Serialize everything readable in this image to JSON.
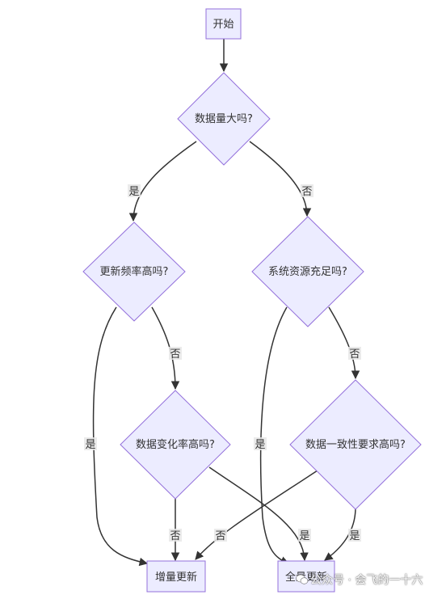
{
  "nodes": {
    "start": "开始",
    "data_large": "数据量大吗?",
    "update_freq": "更新频率高吗?",
    "resources": "系统资源充足吗?",
    "change_rate": "数据变化率高吗?",
    "consistency": "数据一致性要求高吗?",
    "incremental": "增量更新",
    "full": "全量更新"
  },
  "edge_labels": {
    "large_yes": "是",
    "large_no": "否",
    "freq_yes": "是",
    "freq_no": "否",
    "res_yes": "是",
    "res_no": "否",
    "change_no": "否",
    "change_yes": "是",
    "cons_no": "否",
    "cons_yes": "是"
  },
  "watermark": {
    "text": "公众号 · 会飞的一十六",
    "icon": "wechat-icon"
  },
  "colors": {
    "node_fill": "#ececff",
    "node_stroke": "#9370db",
    "edge": "#333333"
  }
}
